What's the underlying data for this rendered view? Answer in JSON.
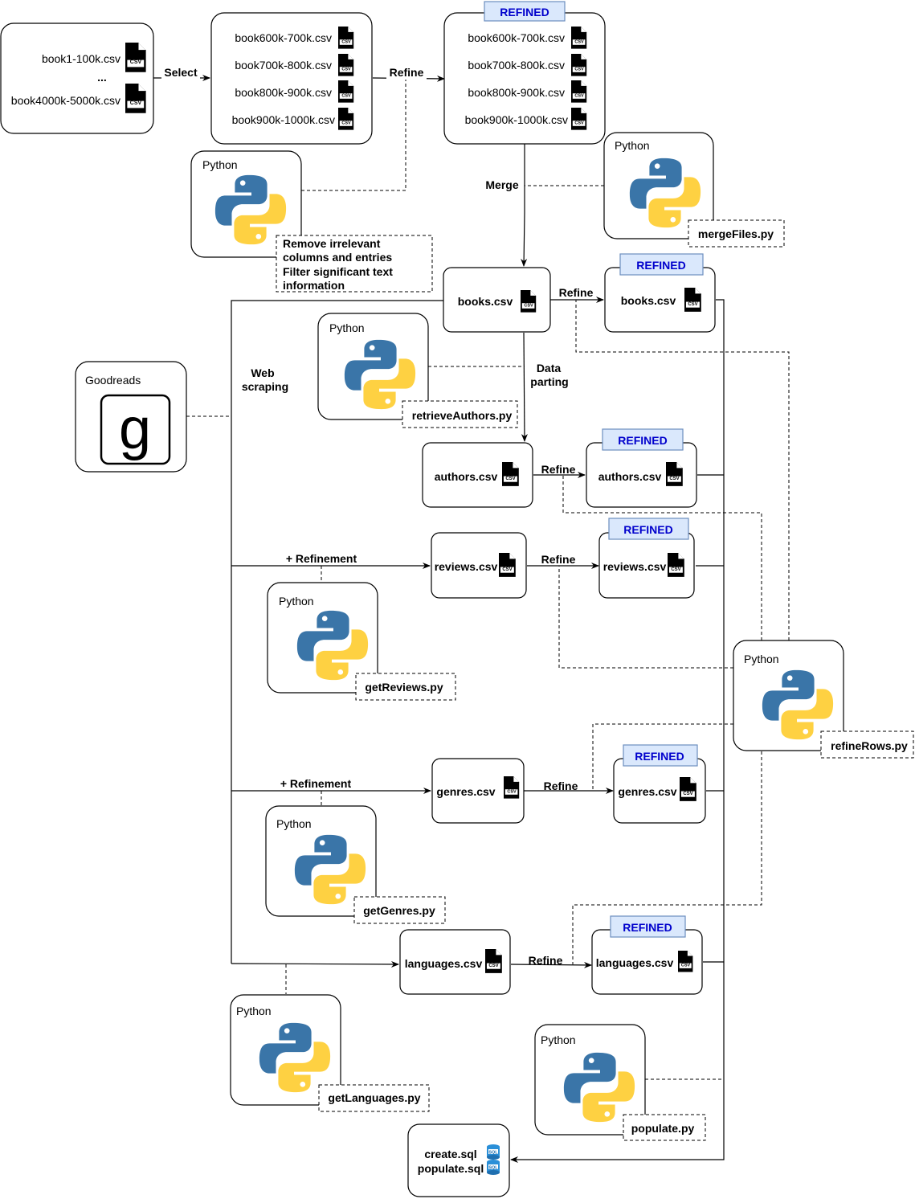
{
  "colors": {
    "refined_fill": "#dae8fc",
    "refined_stroke": "#6c8ebf",
    "refined_text": "#0000cc",
    "python_blue": "#3a75a8",
    "python_yellow": "#fed142"
  },
  "icons": {
    "csv": "csv-file-icon",
    "sql": "sql-database-icon",
    "python": "python-logo-icon",
    "goodreads": "goodreads-logo-icon"
  },
  "labels": {
    "refined": "REFINED",
    "python": "Python",
    "goodreads": "Goodreads",
    "goodreads_logo": "g",
    "csv_badge": "CSV",
    "sql_badge": "SQL",
    "ellipsis": "..."
  },
  "source_files": [
    "book1-100k.csv",
    "book4000k-5000k.csv"
  ],
  "selected_files": [
    "book600k-700k.csv",
    "book700k-800k.csv",
    "book800k-900k.csv",
    "book900k-1000k.csv"
  ],
  "refined_files": [
    "book600k-700k.csv",
    "book700k-800k.csv",
    "book800k-900k.csv",
    "book900k-1000k.csv"
  ],
  "edges": {
    "select": "Select",
    "refine": "Refine",
    "merge": "Merge",
    "data_parting_1": "Data",
    "data_parting_2": "parting",
    "web_scraping_1": "Web",
    "web_scraping_2": "scraping",
    "plus_refinement": "+ Refinement"
  },
  "note_lines": [
    "Remove irrelevant",
    "columns and entries",
    "Filter significant text",
    "information"
  ],
  "datasets": {
    "books": "books.csv",
    "authors": "authors.csv",
    "reviews": "reviews.csv",
    "genres": "genres.csv",
    "languages": "languages.csv"
  },
  "scripts": {
    "merge": "mergeFiles.py",
    "authors": "retrieveAuthors.py",
    "reviews": "getReviews.py",
    "genres": "getGenres.py",
    "languages": "getLanguages.py",
    "refine_rows": "refineRows.py",
    "populate": "populate.py"
  },
  "sql_files": [
    "create.sql",
    "populate.sql"
  ]
}
